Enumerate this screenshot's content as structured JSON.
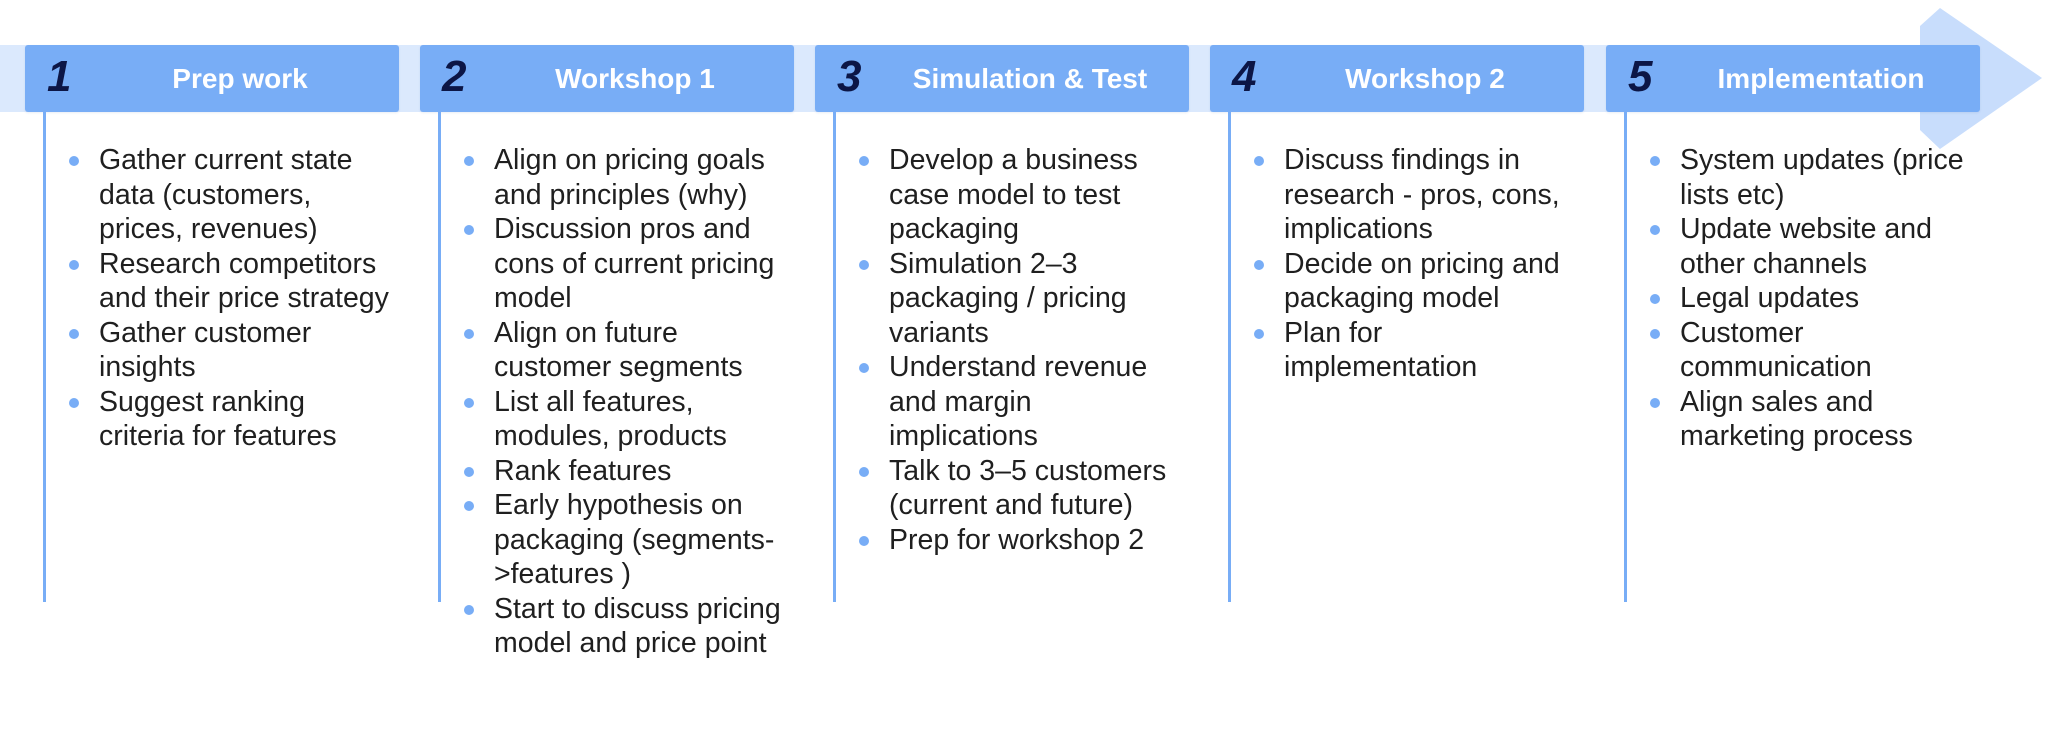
{
  "colors": {
    "header_fill": "#78adf6",
    "arrow_band": "#dbe9fd",
    "arrow_head": "#c8ddfc",
    "number_color": "#0c1646",
    "text_color": "#1f1f1f"
  },
  "stages": [
    {
      "number": "1",
      "title": "Prep work",
      "items": [
        "Gather current state data (customers, prices, revenues)",
        "Research competitors and their price strategy",
        "Gather customer insights",
        "Suggest ranking criteria for features"
      ]
    },
    {
      "number": "2",
      "title": "Workshop 1",
      "items": [
        "Align on pricing goals and principles (why)",
        "Discussion pros and cons of current pricing model",
        "Align on future customer segments",
        "List all features, modules, products",
        "Rank features",
        "Early hypothesis on packaging (segments->features )",
        "Start to discuss pricing model and price point"
      ]
    },
    {
      "number": "3",
      "title": "Simulation & Test",
      "items": [
        "Develop a business case model to test packaging",
        "Simulation 2–3 packaging / pricing variants",
        "Understand revenue and margin implications",
        "Talk to 3–5 customers (current and future)",
        "Prep for workshop 2"
      ]
    },
    {
      "number": "4",
      "title": "Workshop 2",
      "items": [
        "Discuss findings in research - pros, cons, implications",
        "Decide on pricing and packaging model",
        "Plan for implementation"
      ]
    },
    {
      "number": "5",
      "title": "Implementation",
      "items": [
        "System updates (price lists etc)",
        "Update website and other channels",
        "Legal updates",
        "Customer communication",
        "Align sales and marketing process"
      ]
    }
  ]
}
